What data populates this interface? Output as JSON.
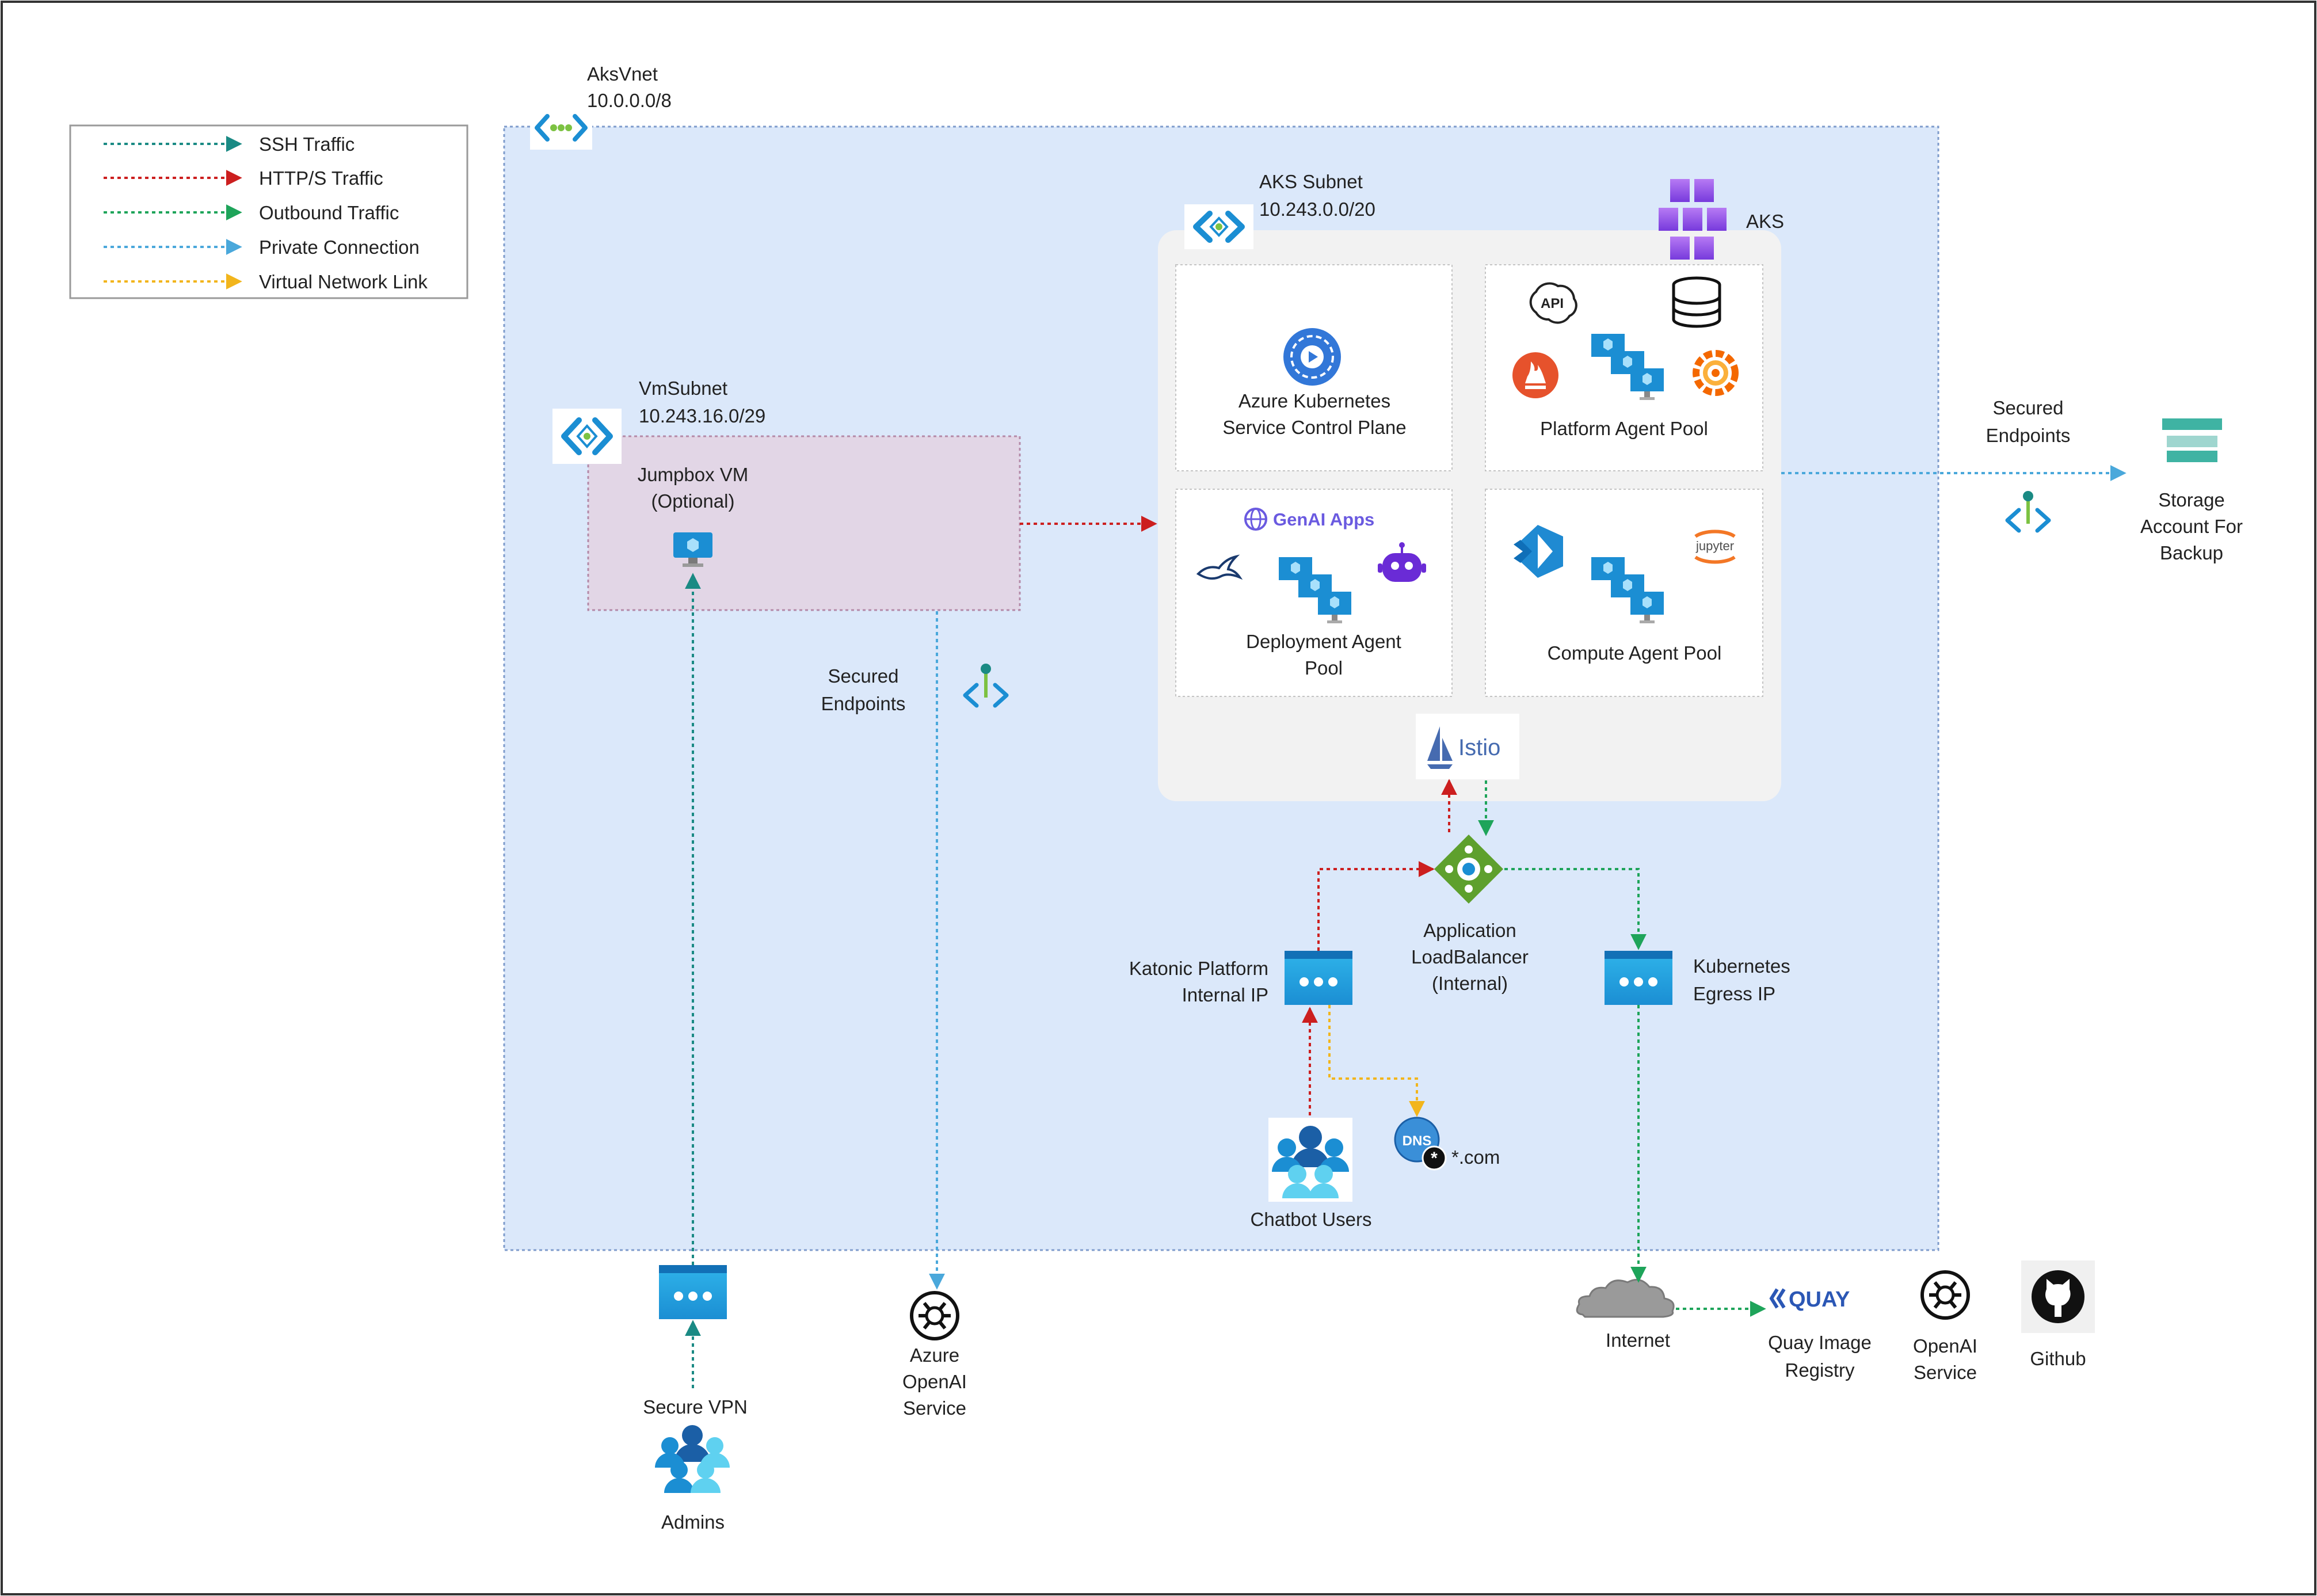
{
  "legend": {
    "items": [
      {
        "label": "SSH Traffic",
        "color": "#1a8a84"
      },
      {
        "label": "HTTP/S Traffic",
        "color": "#cc1f1f"
      },
      {
        "label": "Outbound Traffic",
        "color": "#1ea45a"
      },
      {
        "label": "Private Connection",
        "color": "#4aa8db"
      },
      {
        "label": "Virtual Network Link",
        "color": "#f2b51c"
      }
    ]
  },
  "vnet": {
    "name": "AksVnet",
    "cidr": "10.0.0.0/8"
  },
  "vm_subnet": {
    "name": "VmSubnet",
    "cidr": "10.243.16.0/29",
    "jumpbox_line1": "Jumpbox VM",
    "jumpbox_line2": "(Optional)"
  },
  "aks_subnet": {
    "name": "AKS Subnet",
    "cidr": "10.243.0.0/20",
    "aks_label": "AKS"
  },
  "pools": {
    "control_plane_line1": "Azure Kubernetes",
    "control_plane_line2": "Service Control Plane",
    "platform": "Platform Agent Pool",
    "genai_apps": "GenAI Apps",
    "deployment_line1": "Deployment Agent",
    "deployment_line2": "Pool",
    "compute": "Compute Agent Pool",
    "api_badge": "API",
    "jupyter_badge": "jupyter"
  },
  "istio": {
    "label": "Istio"
  },
  "endpoints": {
    "left_line1": "Secured",
    "left_line2": "Endpoints",
    "right_line1": "Secured",
    "right_line2": "Endpoints"
  },
  "storage": {
    "line1": "Storage",
    "line2": "Account For",
    "line3": "Backup"
  },
  "load_balancer": {
    "line1": "Application",
    "line2": "LoadBalancer",
    "line3": "(Internal)"
  },
  "katonic_ip": {
    "line1": "Katonic Platform",
    "line2": "Internal IP"
  },
  "egress_ip": {
    "line1": "Kubernetes",
    "line2": "Egress IP"
  },
  "dns": {
    "label": "*.com",
    "badge": "DNS"
  },
  "chatbot": {
    "label": "Chatbot Users"
  },
  "vpn": {
    "label": "Secure VPN"
  },
  "admins": {
    "label": "Admins"
  },
  "azure_openai": {
    "line1": "Azure",
    "line2": "OpenAI",
    "line3": "Service"
  },
  "internet": {
    "label": "Internet"
  },
  "quay": {
    "logo": "QUAY",
    "line1": "Quay Image",
    "line2": "Registry"
  },
  "openai": {
    "line1": "OpenAI",
    "line2": "Service"
  },
  "github": {
    "label": "Github"
  }
}
